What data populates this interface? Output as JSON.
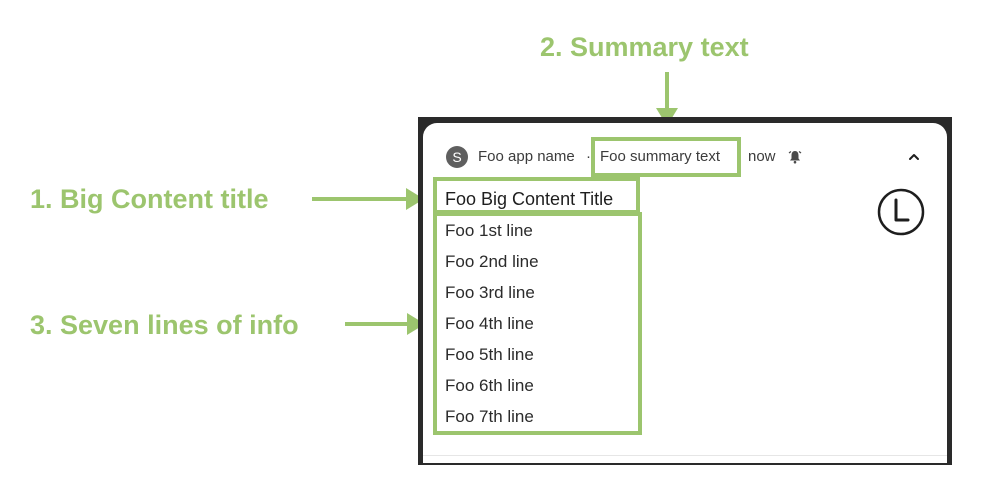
{
  "annotations": {
    "summary_label": "2. Summary text",
    "title_label": "1. Big Content title",
    "lines_label": "3. Seven lines of info"
  },
  "notification": {
    "app_icon_letter": "S",
    "app_name": "Foo app name",
    "separator": "·",
    "summary_text": "Foo summary text",
    "time": "now",
    "bell_icon": "alarm-bell-icon",
    "expand_icon": "chevron-up-icon",
    "big_content_title": "Foo Big Content Title",
    "large_icon": "clock-icon",
    "lines": [
      "Foo 1st line",
      "Foo 2nd line",
      "Foo 3rd line",
      "Foo 4th line",
      "Foo 5th line",
      "Foo 6th line",
      "Foo 7th line"
    ]
  },
  "colors": {
    "annotation_green": "#9cc56e",
    "frame_dark": "#2a2a2a",
    "avatar_gray": "#5f5f5f"
  }
}
